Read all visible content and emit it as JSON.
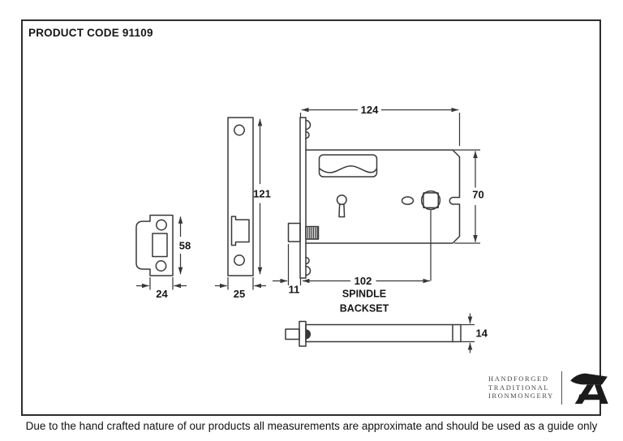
{
  "page": {
    "product_code": "PRODUCT CODE 91109",
    "disclaimer": "Due to the hand crafted nature of our products all measurements are approximate and should be used as a guide only"
  },
  "dimensions": {
    "strike_plate_width": "24",
    "strike_plate_height": "58",
    "faceplate_width": "25",
    "faceplate_height": "121",
    "faceplate_depth": "11",
    "case_width": "124",
    "case_height": "70",
    "spindle_backset": "102",
    "spindle_backset_label_line1": "SPINDLE",
    "spindle_backset_label_line2": "BACKSET",
    "case_thickness": "14"
  },
  "logo": {
    "line1": "HANDFORGED",
    "line2": "TRADITIONAL",
    "line3": "IRONMONGERY"
  },
  "colors": {
    "line": "#383838",
    "text": "#161616",
    "border": "#2e2e2e",
    "logo_text": "#444444",
    "anvil": "#1b1b1b"
  }
}
